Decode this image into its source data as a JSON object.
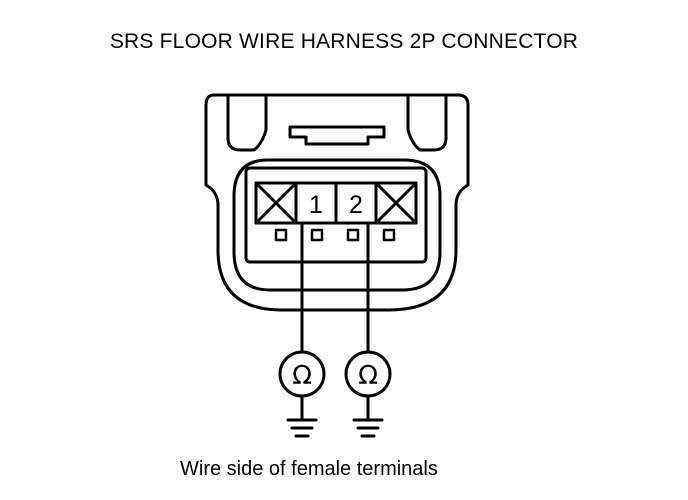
{
  "title": "SRS FLOOR WIRE HARNESS 2P CONNECTOR",
  "caption": "Wire side of female terminals",
  "terminals": [
    {
      "label": "1",
      "probe_symbol": "Ω"
    },
    {
      "label": "2",
      "probe_symbol": "Ω"
    }
  ]
}
